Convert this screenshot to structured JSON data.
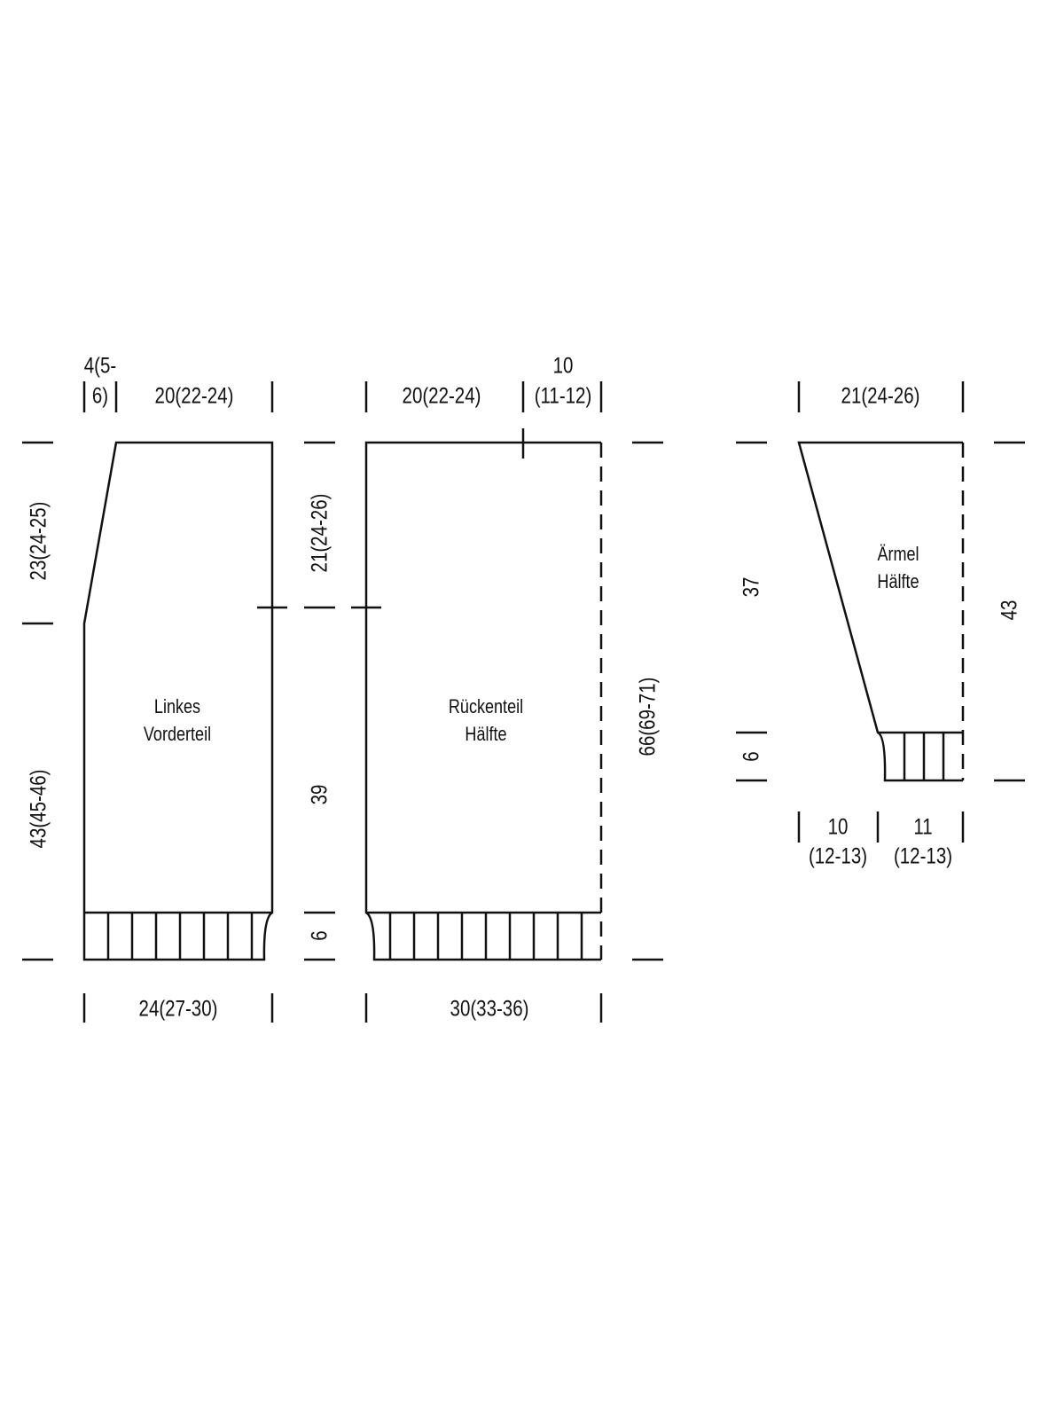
{
  "front": {
    "label_line1": "Linkes",
    "label_line2": "Vorderteil",
    "top_neck": "4(5-",
    "top_neck2": "6)",
    "top_shoulder": "20(22-24)",
    "left_upper": "23(24-25)",
    "left_lower": "43(45-46)",
    "bottom_width": "24(27-30)"
  },
  "middle": {
    "armhole": "21(24-26)",
    "body": "39",
    "rib": "6"
  },
  "back": {
    "label_line1": "Rückenteil",
    "label_line2": "Hälfte",
    "top_shoulder": "20(22-24)",
    "top_neck": "10",
    "top_neck2": "(11-12)",
    "total_length": "66(69-71)",
    "bottom_width": "30(33-36)"
  },
  "sleeve": {
    "label_line1": "Ärmel",
    "label_line2": "Hälfte",
    "top_width": "21(24-26)",
    "length": "37",
    "rib": "6",
    "total": "43",
    "bottom_left": "10",
    "bottom_left2": "(12-13)",
    "bottom_right": "11",
    "bottom_right2": "(12-13)"
  }
}
